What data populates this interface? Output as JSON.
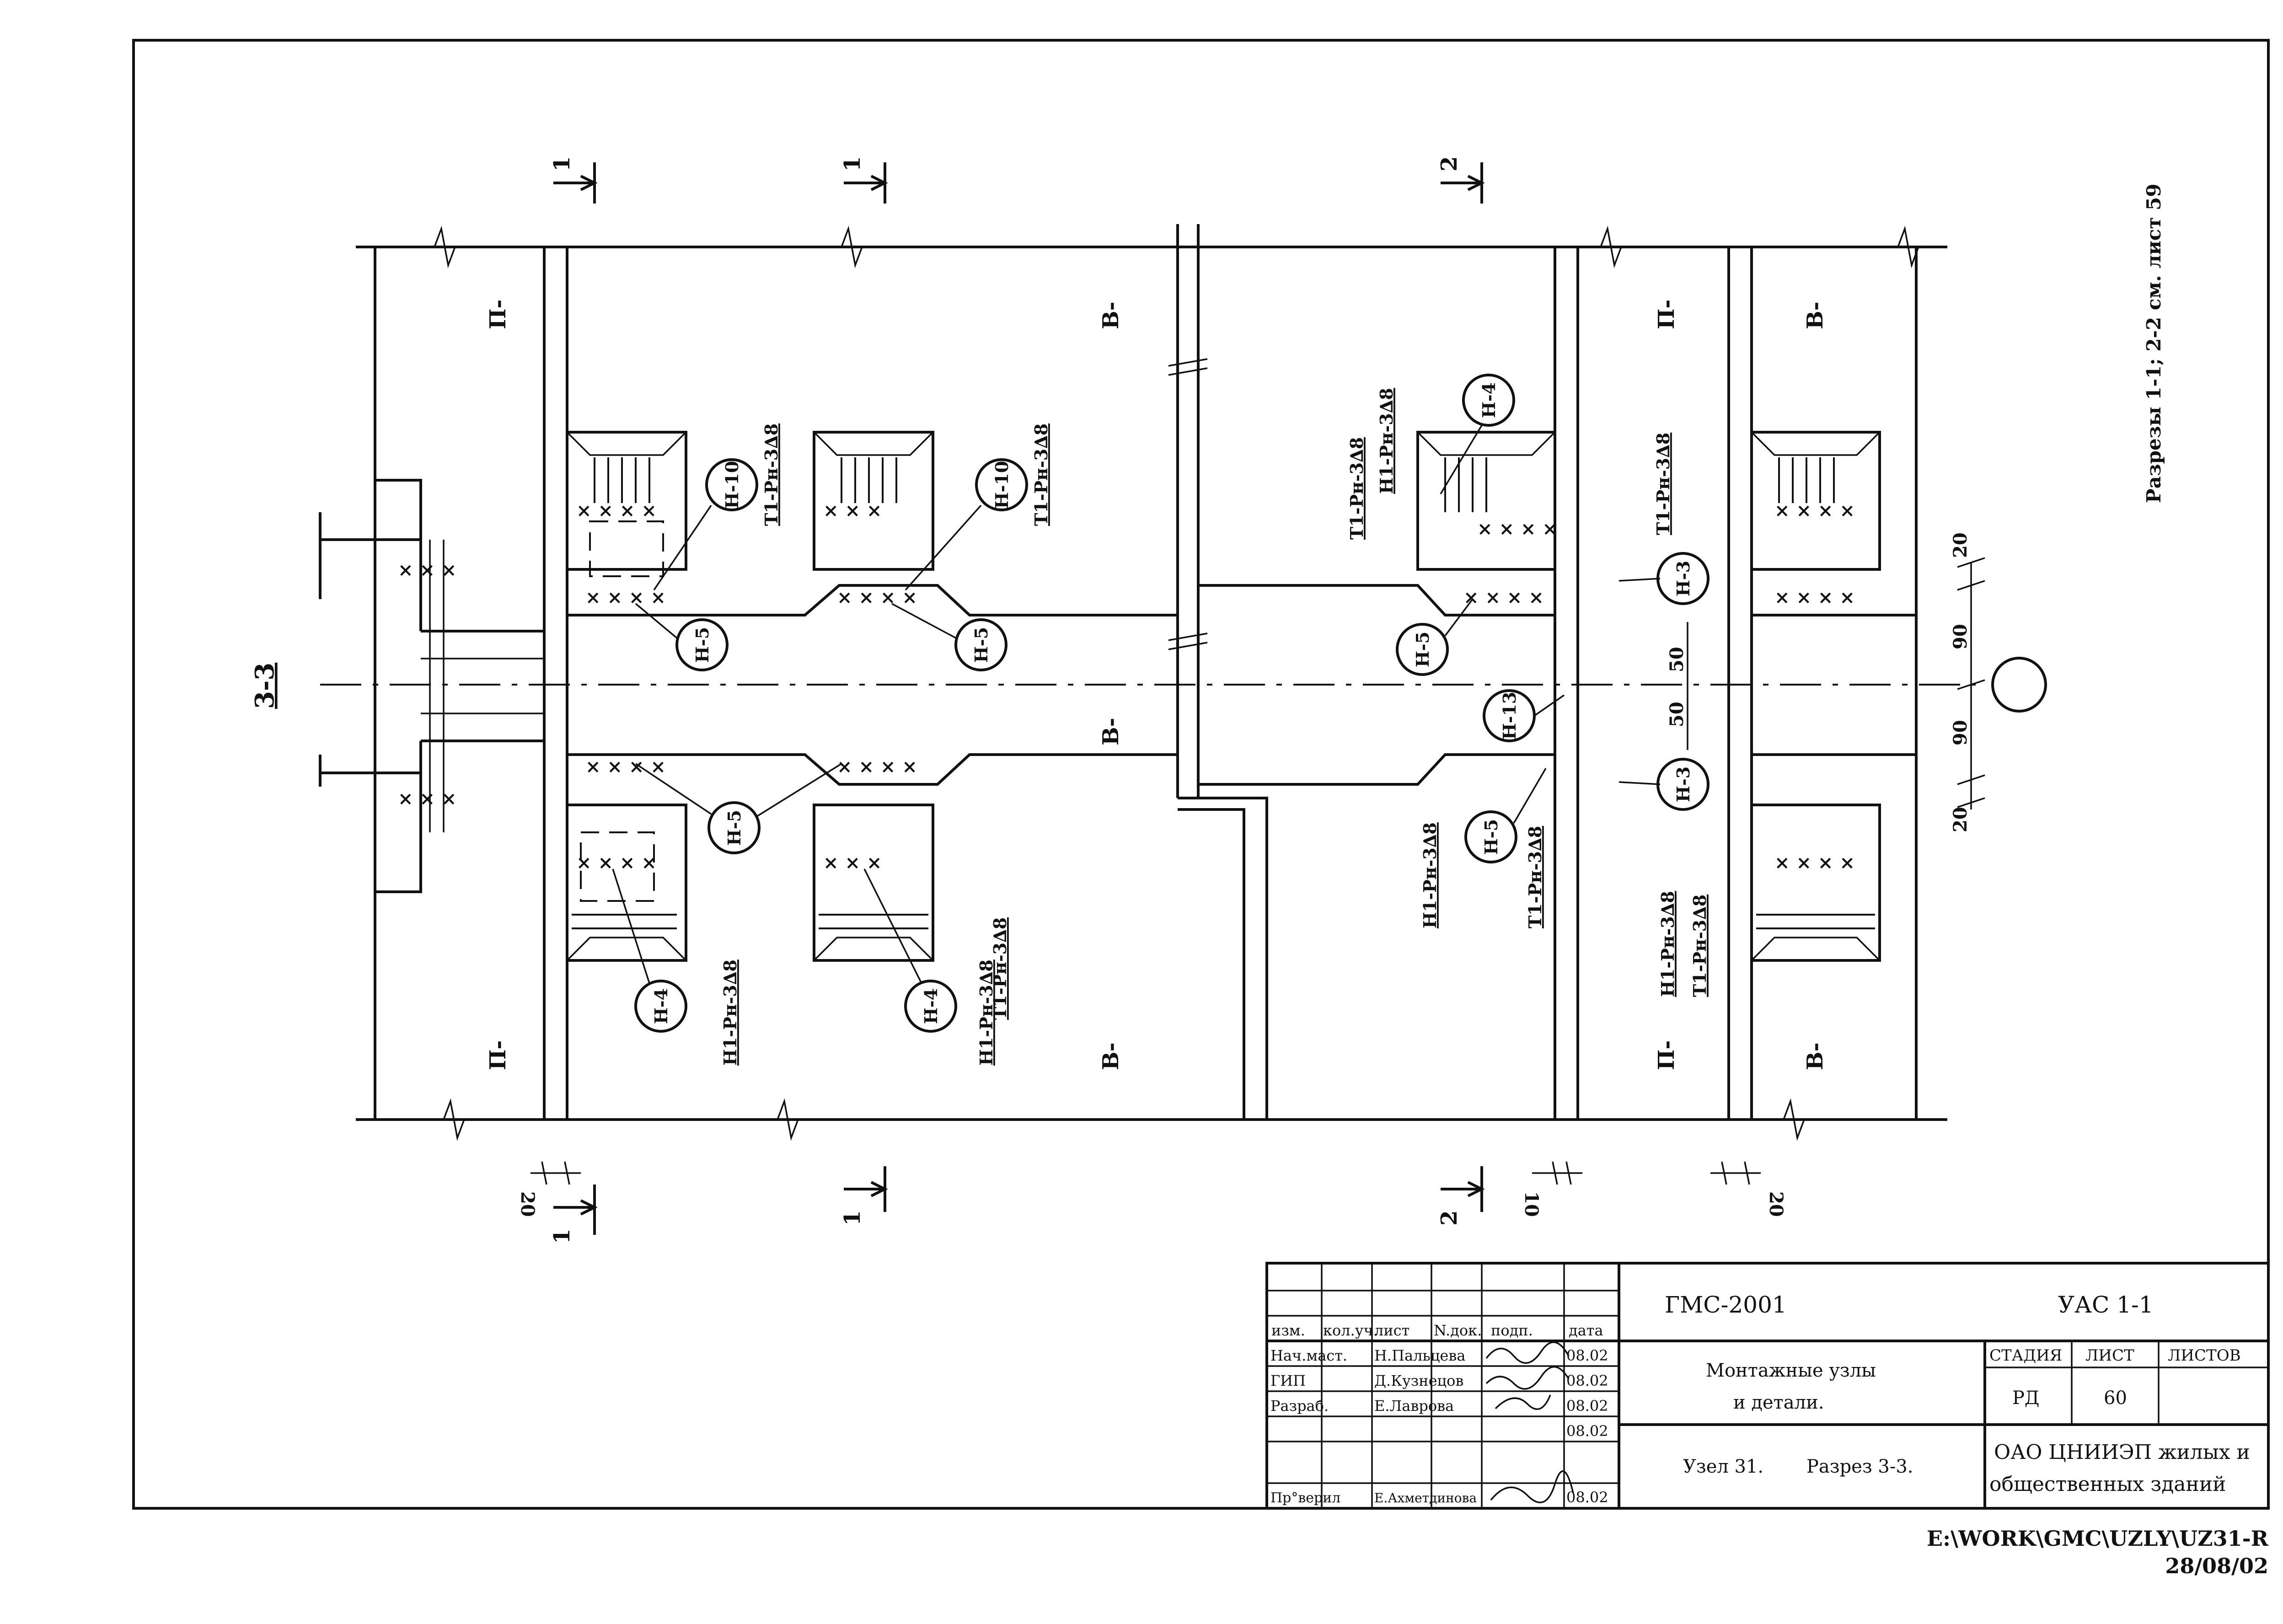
{
  "section_title": "3-3",
  "side_note": "Разрезы 1-1; 2-2 см. лист 59",
  "section_marks": [
    {
      "id": "s1-a-top",
      "label": "1"
    },
    {
      "id": "s1-b-top",
      "label": "1"
    },
    {
      "id": "s2-top",
      "label": "2"
    },
    {
      "id": "s1-a-bot",
      "label": "1"
    },
    {
      "id": "s1-b-bot",
      "label": "1"
    },
    {
      "id": "s2-bot",
      "label": "2"
    }
  ],
  "zone_labels": {
    "p": "П-",
    "v": "В-"
  },
  "callouts": {
    "n10": "Н-10",
    "n5": "Н-5",
    "n4": "Н-4",
    "n3": "Н-3",
    "n13": "Н-13"
  },
  "weld_labels": {
    "t1": "Т1-Рн-3∆8",
    "n1": "Н1-Рн-3∆8"
  },
  "dimensions": {
    "d20": "20",
    "d90": "90",
    "d50": "50",
    "d10": "10"
  },
  "title_block": {
    "project": "ГМС-2001",
    "code": "УАС 1-1",
    "col_headers": [
      "изм.",
      "кол.уч.",
      "лист",
      "N.док.",
      "подп.",
      "дата"
    ],
    "rows": [
      {
        "role": "Нач.маст.",
        "name": "Н.Пальцева",
        "date": "08.02"
      },
      {
        "role": "ГИП",
        "name": "Д.Кузнецов",
        "date": "08.02"
      },
      {
        "role": "Разраб.",
        "name": "Е.Лаврова",
        "date": "08.02"
      },
      {
        "role": "",
        "name": "",
        "date": "08.02"
      },
      {
        "role": "Пр°верил",
        "name": "Е.Ахметдинова",
        "date": "08.02"
      }
    ],
    "description_1": "Монтажные узлы",
    "description_2": "и детали.",
    "node": "Узел 31.",
    "section": "Разрез 3-3.",
    "stage_header": "СТАДИЯ",
    "sheet_header": "ЛИСТ",
    "sheets_header": "ЛИСТОВ",
    "stage": "РД",
    "sheet": "60",
    "org_1": "ОАО ЦНИИЭП жилых и",
    "org_2": "общественных зданий"
  },
  "file_path": "E:\\WORK\\GMC\\UZLY\\UZ31-R",
  "file_date": "28/08/02"
}
